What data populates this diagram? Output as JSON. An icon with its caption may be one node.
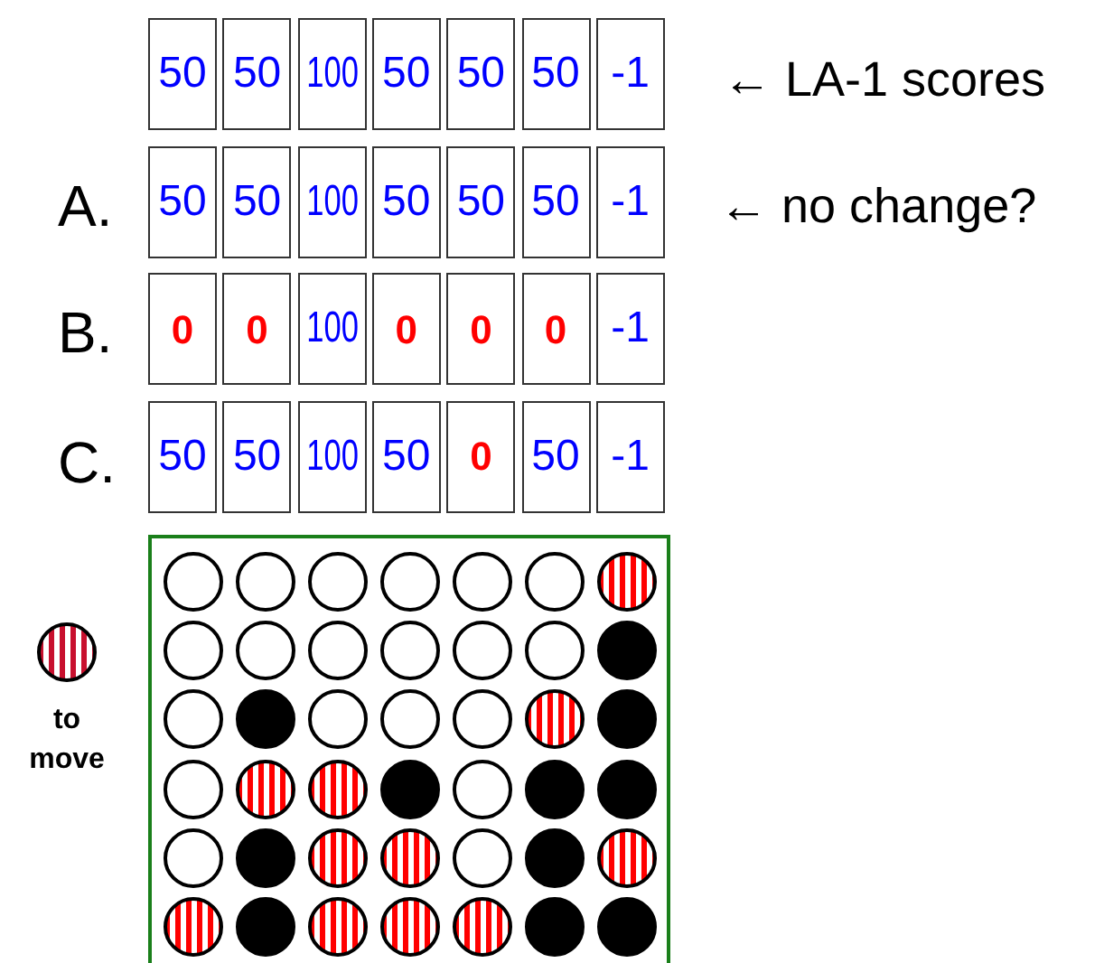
{
  "diagram": {
    "nodes": [
      {
        "text": [
          "50"
        ]
      },
      {
        "text": [
          "50"
        ]
      },
      {
        "text": [
          "100"
        ]
      },
      {
        "text": [
          "50"
        ]
      },
      {
        "text": [
          "50"
        ]
      },
      {
        "text": [
          "50"
        ]
      },
      {
        "text": [
          "-1"
        ]
      },
      {
        "text": [
          "50"
        ]
      },
      {
        "text": [
          "50"
        ]
      },
      {
        "text": [
          "100"
        ]
      },
      {
        "text": [
          "50"
        ]
      },
      {
        "text": [
          "50"
        ]
      },
      {
        "text": [
          "50"
        ]
      },
      {
        "text": [
          "-1"
        ]
      },
      {
        "text": [
          "0"
        ]
      },
      {
        "text": [
          "0"
        ]
      },
      {
        "text": [
          "100"
        ]
      },
      {
        "text": [
          "0"
        ]
      },
      {
        "text": [
          "0"
        ]
      },
      {
        "text": [
          "0"
        ]
      },
      {
        "text": [
          "-1"
        ]
      },
      {
        "text": [
          "50"
        ]
      },
      {
        "text": [
          "50"
        ]
      },
      {
        "text": [
          "100"
        ]
      },
      {
        "text": [
          "50"
        ]
      },
      {
        "text": [
          "0"
        ]
      },
      {
        "text": [
          "50"
        ]
      },
      {
        "text": [
          "-1"
        ]
      },
      {
        "text": [],
        "shape": "circle",
        "beside": [
          "to move"
        ]
      }
    ],
    "labels": [
      "← LA-1 scores",
      "A.",
      "← no change?",
      "B.",
      "C."
    ]
  }
}
